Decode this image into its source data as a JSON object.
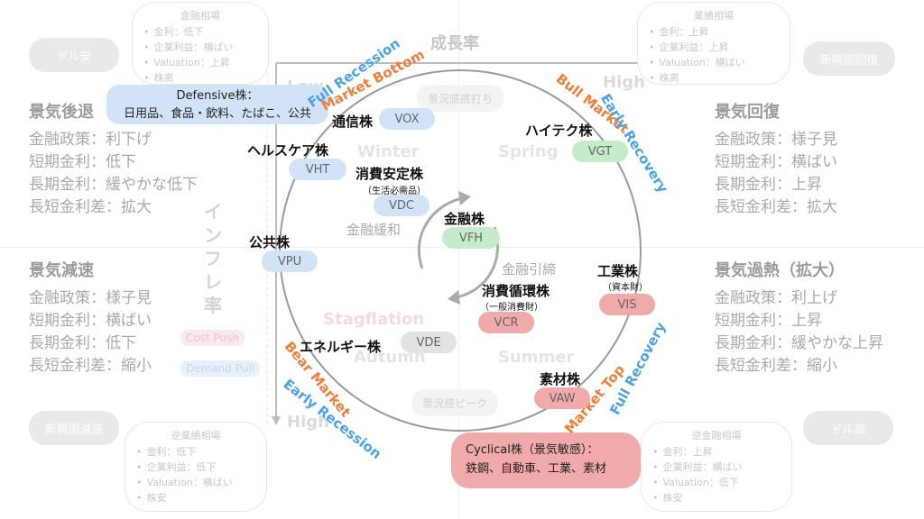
{
  "axes": {
    "growth_label": "成長率",
    "inflation_label": "インフレ率",
    "growth_low": "Low",
    "growth_high": "High",
    "inflation_high": "High",
    "easing": "金融緩和",
    "tightening": "金融引締"
  },
  "corners": {
    "weak_dollar": "ドル安",
    "em_recovery": "新興国回復",
    "em_slowdown": "新興国減速",
    "strong_dollar": "ドル高"
  },
  "markets": {
    "top_left": {
      "title": "金融相場",
      "items": [
        "金利：低下",
        "企業利益：横ばい",
        "Valuation：上昇",
        "株高"
      ]
    },
    "top_right": {
      "title": "業績相場",
      "items": [
        "金利：上昇",
        "企業利益：上昇",
        "Valuation：横ばい",
        "株高"
      ]
    },
    "bottom_left": {
      "title": "逆業績相場",
      "items": [
        "金利：低下",
        "企業利益：低下",
        "Valuation：横ばい",
        "株安"
      ]
    },
    "bottom_right": {
      "title": "逆金融相場",
      "items": [
        "金利：上昇",
        "企業利益：横ばい",
        "Valuation：低下",
        "株安"
      ]
    }
  },
  "phases": {
    "recession": {
      "title": "景気後退",
      "items": [
        "金融政策：利下げ",
        "短期金利：低下",
        "長期金利：緩やかな低下",
        "長短金利差：拡大"
      ]
    },
    "recovery": {
      "title": "景気回復",
      "items": [
        "金融政策：様子見",
        "短期金利：横ばい",
        "長期金利：上昇",
        "長短金利差：拡大"
      ]
    },
    "slowdown": {
      "title": "景気減速",
      "items": [
        "金融政策：様子見",
        "短期金利：横ばい",
        "長期金利：低下",
        "長短金利差：縮小"
      ]
    },
    "overheat": {
      "title": "景気過熱（拡大）",
      "items": [
        "金融政策：利上げ",
        "短期金利：上昇",
        "長期金利：緩やかな上昇",
        "長短金利差：縮小"
      ]
    }
  },
  "seasons": {
    "winter": "Winter",
    "spring": "Spring",
    "stagflation": "Stagflation",
    "autumn": "Autumn",
    "summer": "Summer"
  },
  "sentiment": {
    "bottom": "景況感底打ち",
    "peak": "景況感ピーク"
  },
  "inflation_types": {
    "cost_push": "Cost Push",
    "demand_pull": "Demand Pull"
  },
  "cycle_labels": {
    "full_recession": "Full Recession",
    "market_bottom": "Market Bottom",
    "bull_market": "Bull Market",
    "early_recovery": "Early Recovery",
    "bear_market": "Bear Market",
    "early_recession": "Early Recession",
    "market_top": "Market Top",
    "full_recovery": "Full Recovery"
  },
  "defensive": {
    "title": "Defensive株：",
    "desc": "日用品、食品・飲料、たばこ、公共"
  },
  "cyclical": {
    "title": "Cyclical株（景気敏感）：",
    "desc": "鉄鋼、自動車、工業、素材"
  },
  "sectors": {
    "telecom": {
      "name": "通信株",
      "ticker": "VOX"
    },
    "healthcare": {
      "name": "ヘルスケア株",
      "ticker": "VHT"
    },
    "staples": {
      "name": "消費安定株",
      "sub": "（生活必需品）",
      "ticker": "VDC"
    },
    "utilities": {
      "name": "公共株",
      "ticker": "VPU"
    },
    "tech": {
      "name": "ハイテク株",
      "ticker": "VGT"
    },
    "financials": {
      "name": "金融株",
      "ticker": "VFH"
    },
    "industrials": {
      "name": "工業株",
      "sub": "（資本財）",
      "ticker": "VIS"
    },
    "discretionary": {
      "name": "消費循環株",
      "sub": "（一般消費財）",
      "ticker": "VCR"
    },
    "energy": {
      "name": "エネルギー株",
      "ticker": "VDE"
    },
    "materials": {
      "name": "素材株",
      "ticker": "VAW"
    }
  },
  "colors": {
    "defensive": "#d2e3f8",
    "growth": "#c6ebcb",
    "cyclical": "#f0aaaa",
    "neutral": "#e2e2e2",
    "orange_label": "#f07f3a",
    "blue_label": "#4aa3e6"
  }
}
